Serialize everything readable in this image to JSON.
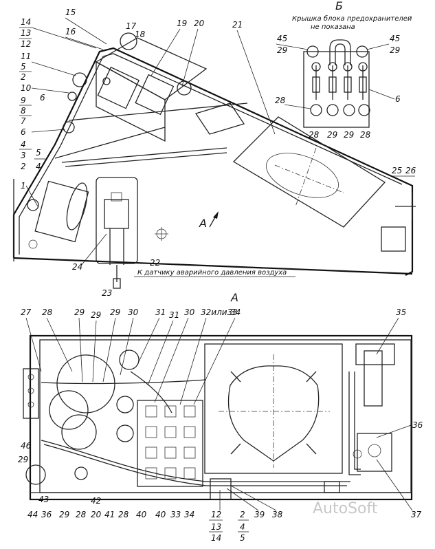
{
  "views": {
    "side": {
      "view_arrow_label": "А",
      "sensor_caption": "К датчику   аварийного давления воздуха",
      "labels_left": [
        "14",
        "13",
        "12",
        "11",
        "5",
        "2",
        "10",
        "9",
        "8",
        "7",
        "6",
        "4",
        "3",
        "5",
        "2",
        "4",
        "1"
      ],
      "labels_top": [
        "15",
        "16",
        "17",
        "18",
        "19",
        "20",
        "21"
      ],
      "labels_bottom": [
        "24",
        "22",
        "23"
      ],
      "labels_right": [
        "25",
        "26"
      ],
      "labels_inner": [
        "6"
      ]
    },
    "detail_b": {
      "title": "Б",
      "caption_line1": "Крышка блока предохранителей",
      "caption_line2": "не показана",
      "labels": [
        "45",
        "29",
        "45",
        "29",
        "6",
        "28",
        "28",
        "29",
        "29",
        "28"
      ]
    },
    "view_a": {
      "title": "А",
      "labels_top": [
        "27",
        "28",
        "29",
        "29",
        "29",
        "30",
        "31",
        "31",
        "30",
        "32или33",
        "34",
        "35"
      ],
      "labels_right": [
        "36",
        "37"
      ],
      "labels_left": [
        "46",
        "29"
      ],
      "labels_bottom": [
        "44",
        "43",
        "36",
        "29",
        "28",
        "42",
        "20",
        "41",
        "28",
        "40",
        "40",
        "33",
        "34",
        "12",
        "2",
        "39",
        "38"
      ],
      "labels_bottom_boxed": [
        "13",
        "14",
        "4",
        "5"
      ]
    }
  },
  "watermark": "AutoSoft"
}
